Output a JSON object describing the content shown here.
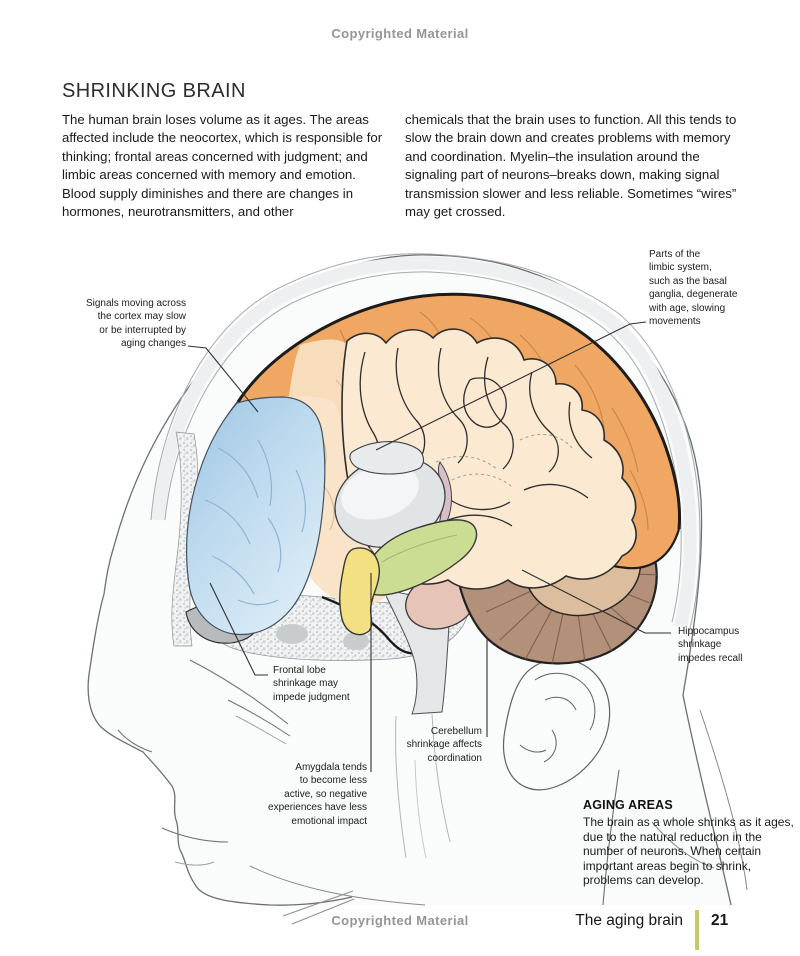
{
  "page": {
    "copyright_top": "Copyrighted Material",
    "copyright_bottom": "Copyrighted Material",
    "title": "SHRINKING BRAIN",
    "intro_col1": "The human brain loses volume as it ages. The areas affected include the neocortex, which is responsible for thinking; frontal areas concerned with judgment; and limbic areas concerned with memory and emotion. Blood supply diminishes and there are changes in hormones, neurotransmitters, and other",
    "intro_col2": "chemicals that the brain uses to function. All this tends to slow the brain down and creates problems with memory and coordination. Myelin–the insulation around the signaling part of neurons–breaks down, making signal transmission slower and less reliable. Sometimes “wires” may get crossed."
  },
  "labels": {
    "signals": "Signals moving across\nthe cortex may slow\nor be interrupted by\naging changes",
    "limbic": "Parts of the\nlimbic system,\nsuch as the basal\nganglia, degenerate\nwith age, slowing\nmovements",
    "frontal": "Frontal lobe\nshrinkage may\nimpede judgment",
    "amygdala": "Amygdala tends\nto become less\nactive, so negative\nexperiences have less\nemotional impact",
    "cerebellum": "Cerebellum\nshrinkage affects\ncoordination",
    "hippocampus": "Hippocampus\nshrinkage\nimpedes recall"
  },
  "note": {
    "heading": "AGING AREAS",
    "body": "The brain as a whole shrinks as it ages, due to the natural reduction in the number of neurons. When certain important areas begin to shrink, problems can develop."
  },
  "footer": {
    "chapter": "The aging brain",
    "page_number": "21"
  },
  "colors": {
    "cortex_orange": "#efa763",
    "frontal_blue": "#a9cee9",
    "basal_green": "#cbdd92",
    "amygdala_yellow": "#f3e083",
    "pons_pink": "#e7c4b8",
    "cerebellum_brown": "#b3907a",
    "accent_bar": "#c5ca69"
  }
}
